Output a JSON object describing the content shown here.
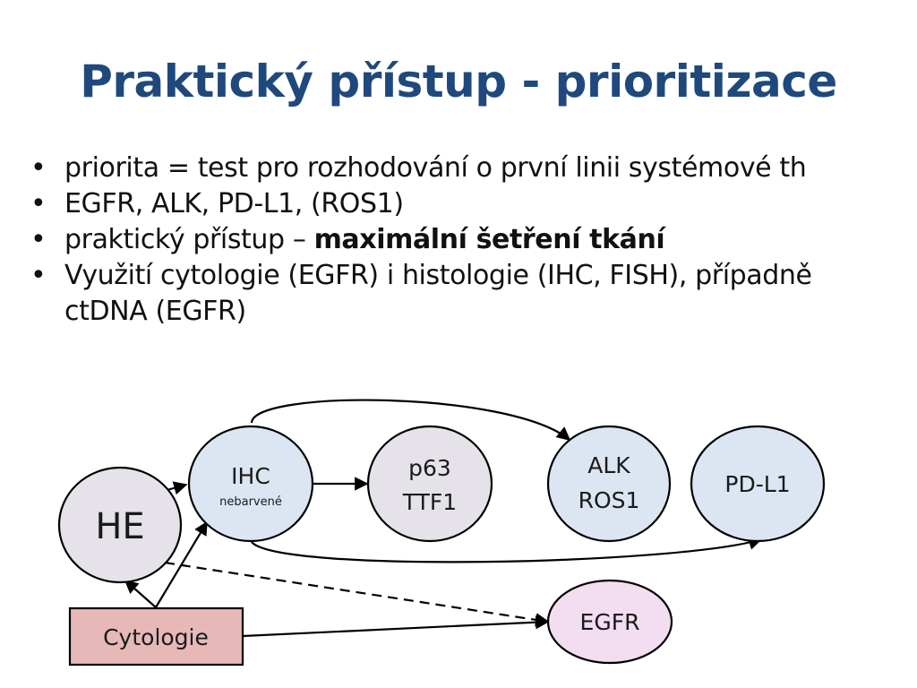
{
  "slide": {
    "title": "Praktický přístup - prioritizace",
    "bullets": [
      {
        "text": "priorita = test pro rozhodování o první linii systémové th",
        "bold": ""
      },
      {
        "text": "EGFR, ALK, PD-L1, (ROS1)",
        "bold": ""
      },
      {
        "text": "praktický přístup – ",
        "bold": "maximální šetření tkání"
      },
      {
        "text": "Využití cytologie (EGFR) i histologie (IHC, FISH), případně ctDNA (EGFR)",
        "bold": ""
      }
    ]
  },
  "diagram": {
    "nodes": {
      "he": {
        "label": "HE",
        "fill": "#e6e2ea"
      },
      "ihc": {
        "label": "IHC",
        "sublabel": "nebarvené",
        "fill": "#dce6f2"
      },
      "p63": {
        "label_line1": "p63",
        "label_line2": "TTF1",
        "fill": "#e6e2ea"
      },
      "alk": {
        "label_line1": "ALK",
        "label_line2": "ROS1",
        "fill": "#dce6f2"
      },
      "pdl1": {
        "label": "PD-L1",
        "fill": "#dce6f2"
      },
      "egfr": {
        "label": "EGFR",
        "fill": "#f3ddf1"
      },
      "cytologie": {
        "label": "Cytologie",
        "fill": "#e6b9b8"
      }
    },
    "edges": [
      {
        "from": "HE",
        "to": "IHC",
        "style": "solid"
      },
      {
        "from": "IHC",
        "to": "p63 TTF1",
        "style": "solid"
      },
      {
        "from": "IHC",
        "to": "ALK ROS1",
        "style": "solid"
      },
      {
        "from": "IHC",
        "to": "PD-L1",
        "style": "solid"
      },
      {
        "from": "Cytologie",
        "to": "HE",
        "style": "solid"
      },
      {
        "from": "Cytologie",
        "to": "IHC",
        "style": "solid"
      },
      {
        "from": "Cytologie",
        "to": "EGFR",
        "style": "solid"
      },
      {
        "from": "HE",
        "to": "EGFR",
        "style": "dashed"
      }
    ]
  }
}
